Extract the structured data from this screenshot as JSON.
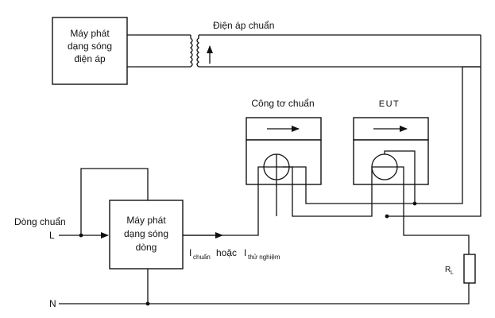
{
  "voltage_generator": {
    "line1": "Máy phát",
    "line2": "dạng sóng",
    "line3": "điện áp"
  },
  "current_generator": {
    "line1": "Máy phát",
    "line2": "dạng sóng",
    "line3": "dòng"
  },
  "reference_voltage_label": "Điện áp chuẩn",
  "reference_meter_label": "Công tơ chuẩn",
  "eut_label": "EUT",
  "reference_current_label": "Dòng chuẩn",
  "line_label": "L",
  "neutral_label": "N",
  "load_label": {
    "main": "R",
    "sub": "L"
  },
  "current_label": {
    "i1": "I",
    "sub1": "chuẩn",
    "middle": "hoặc",
    "i2": "I",
    "sub2": "thử nghiệm"
  }
}
